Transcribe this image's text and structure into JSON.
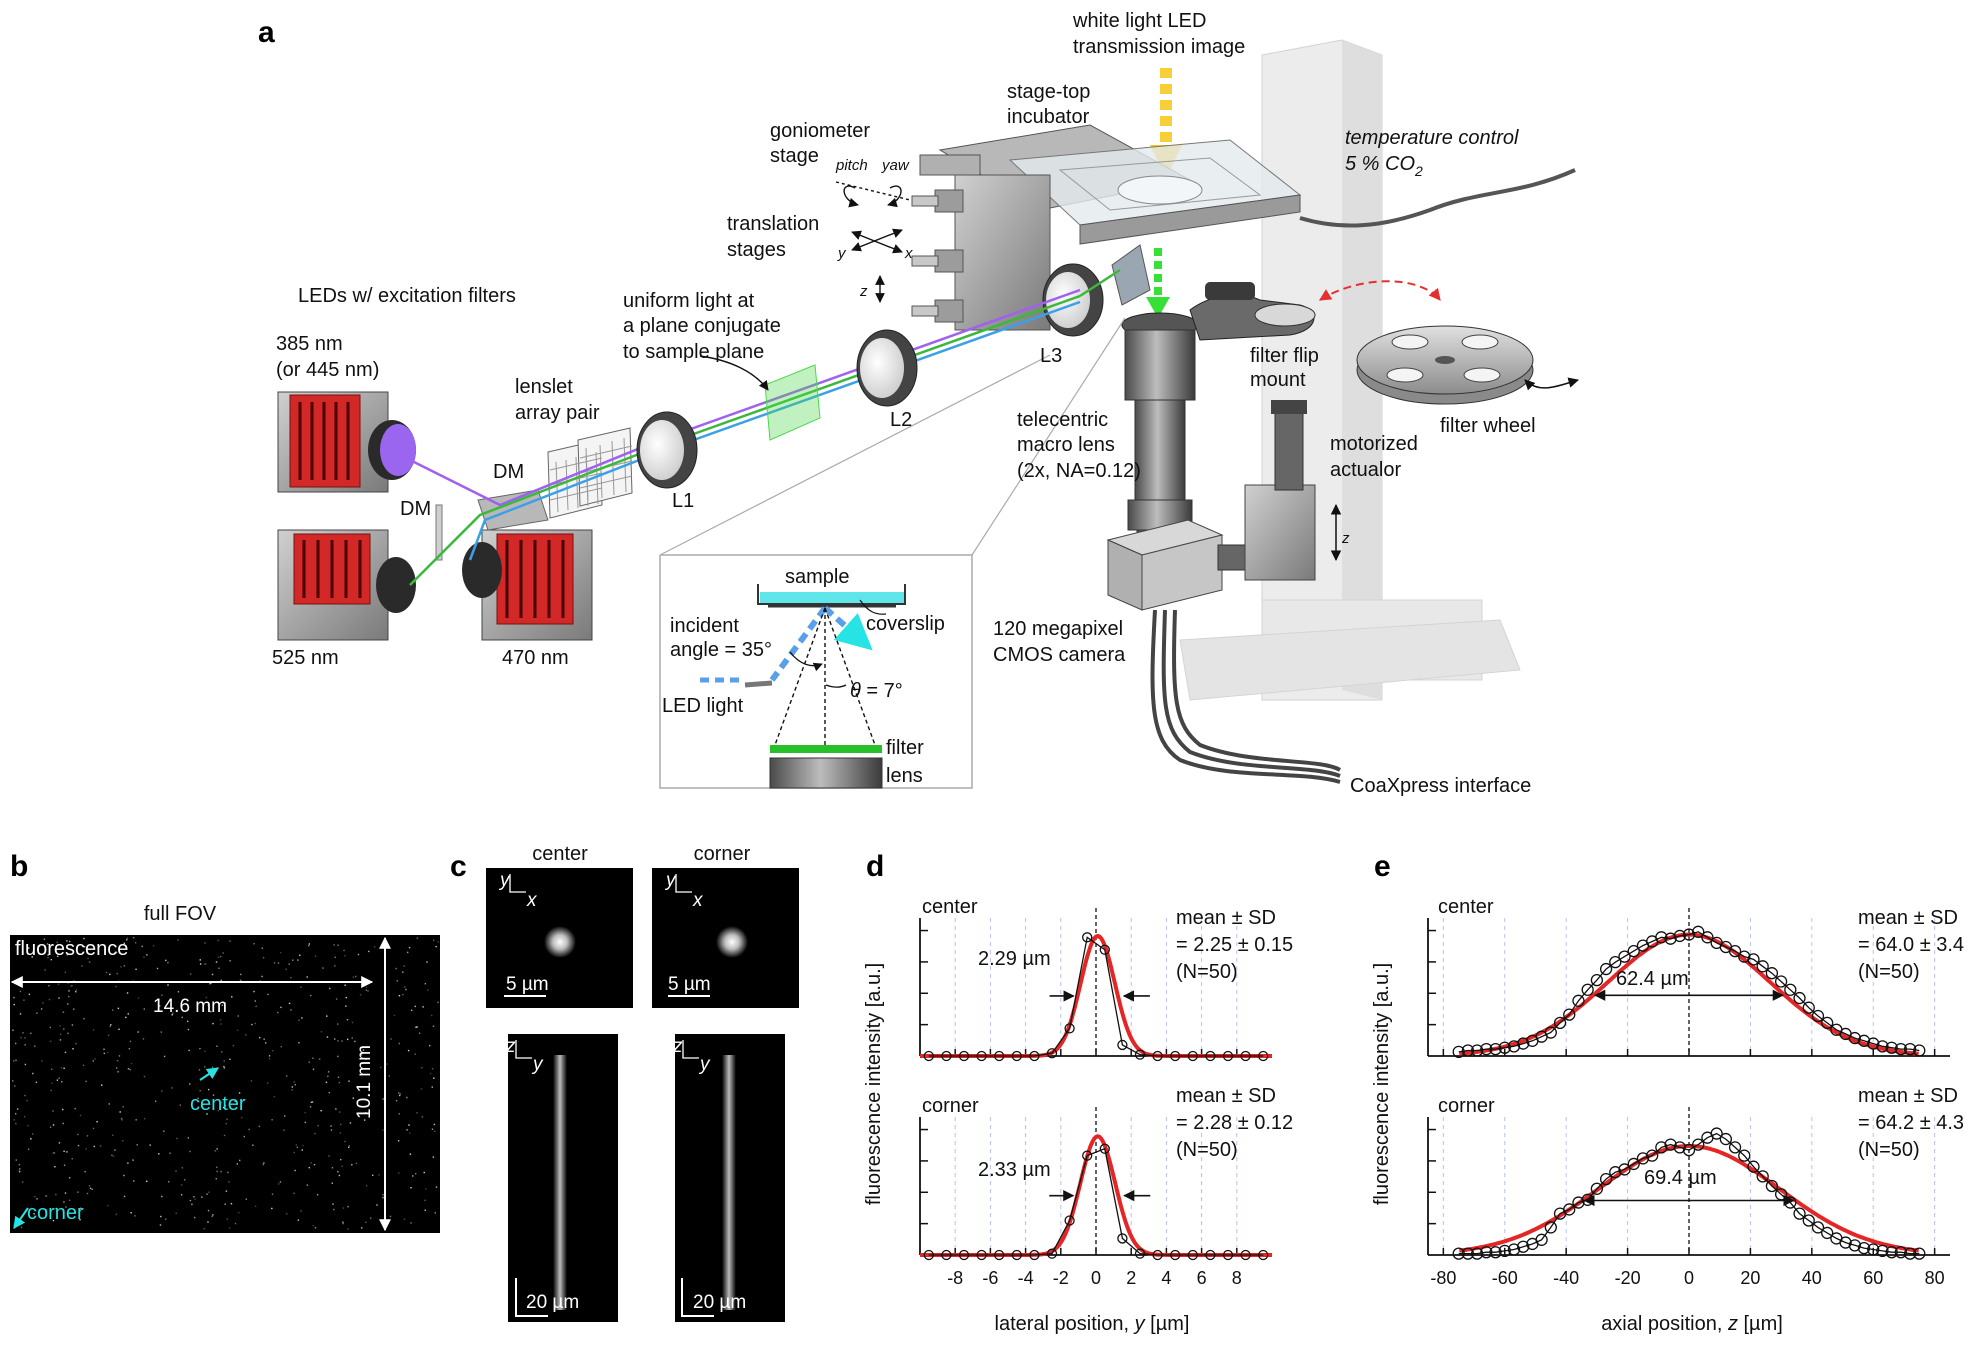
{
  "panels": {
    "a": "a",
    "b": "b",
    "c": "c",
    "d": "d",
    "e": "e"
  },
  "a": {
    "white_light_1": "white light LED",
    "white_light_2": "transmission image",
    "incubator_1": "stage-top",
    "incubator_2": "incubator",
    "goniometer_1": "goniometer",
    "goniometer_2": "stage",
    "pitch": "pitch",
    "yaw": "yaw",
    "translation_1": "translation",
    "translation_2": "stages",
    "ax_y": "y",
    "ax_x": "x",
    "ax_z": "z",
    "temp_1": "temperature control",
    "temp_2": "5 % CO",
    "temp_sub": "2",
    "leds_title": "LEDs w/ excitation filters",
    "led385_1": "385 nm",
    "led385_2": "(or 445 nm)",
    "led525": "525 nm",
    "led470": "470 nm",
    "dm1": "DM",
    "dm2": "DM",
    "lenslet_1": "lenslet",
    "lenslet_2": "array pair",
    "uniform_1": "uniform light at",
    "uniform_2": "a plane conjugate",
    "uniform_3": "to sample plane",
    "l1": "L1",
    "l2": "L2",
    "l3": "L3",
    "flip_1": "filter flip",
    "flip_2": "mount",
    "wheel": "filter wheel",
    "macro_1": "telecentric",
    "macro_2": "macro lens",
    "macro_3": "(2x, NA=0.12)",
    "actuator_1": "motorized",
    "actuator_2": "actualor",
    "actuator_z": "z",
    "camera_1": "120 megapixel",
    "camera_2": "CMOS camera",
    "coax": "CoaXpress interface",
    "inset": {
      "sample": "sample",
      "coverslip": "coverslip",
      "incident_1": "incident",
      "incident_2": "angle = 35°",
      "led_light": "LED light",
      "theta_sym": "θ",
      "theta_val": " = 7°",
      "filter": "filter",
      "lens": "lens"
    }
  },
  "b": {
    "title": "full FOV",
    "fluorescence": "fluorescence",
    "width": "14.6 mm",
    "height": "10.1 mm",
    "center": "center",
    "corner": "corner"
  },
  "c": {
    "center": "center",
    "corner": "corner",
    "ax_y": "y",
    "ax_x": "x",
    "ax_z": "z",
    "scale_xy": "5 µm",
    "scale_z": "20 µm"
  },
  "d": {
    "ylabel": "fluorescence intensity [a.u.]",
    "xlabel_pre": "lateral position, ",
    "xlabel_var": "y",
    "xlabel_post": " [µm]",
    "center_label": "center",
    "corner_label": "corner",
    "center_fwhm": "2.29 µm",
    "corner_fwhm": "2.33 µm",
    "center_stat_1": "mean ± SD",
    "center_stat_2": "= 2.25 ± 0.15",
    "center_stat_3": "(N=50)",
    "corner_stat_1": "mean ± SD",
    "corner_stat_2": "= 2.28 ± 0.12",
    "corner_stat_3": "(N=50)"
  },
  "e": {
    "ylabel": "fluorescence intensity [a.u.]",
    "xlabel_pre": "axial position, ",
    "xlabel_var": "z",
    "xlabel_post": " [µm]",
    "center_label": "center",
    "corner_label": "corner",
    "center_fwhm": "62.4 µm",
    "corner_fwhm": "69.4 µm",
    "center_stat_1": "mean ± SD",
    "center_stat_2": "= 64.0 ± 3.4",
    "center_stat_3": "(N=50)",
    "corner_stat_1": "mean ± SD",
    "corner_stat_2": "= 64.2 ± 4.3",
    "corner_stat_3": "(N=50)"
  },
  "chart_data": [
    {
      "type": "line",
      "panel": "d-center",
      "xlabel": "lateral position, y [µm]",
      "ylabel": "fluorescence intensity [a.u.]",
      "xlim": [
        -10,
        10
      ],
      "xticks": [
        -8,
        -6,
        -4,
        -2,
        0,
        2,
        4,
        6,
        8
      ],
      "ylim": [
        0,
        1
      ],
      "x": [
        -9.5,
        -8.5,
        -7.5,
        -6.5,
        -5.5,
        -4.5,
        -3.5,
        -2.5,
        -1.5,
        -0.5,
        0.5,
        1.5,
        2.5,
        3.5,
        4.5,
        5.5,
        6.5,
        7.5,
        8.5,
        9.5
      ],
      "values": [
        0,
        0,
        0,
        0,
        0,
        0,
        0,
        0.02,
        0.2,
        0.86,
        0.77,
        0.08,
        0.01,
        0,
        0,
        0,
        0,
        0,
        0,
        0
      ],
      "fit": {
        "center": 0.1,
        "fwhm": 2.29,
        "amplitude": 0.87
      }
    },
    {
      "type": "line",
      "panel": "d-corner",
      "xlabel": "lateral position, y [µm]",
      "ylabel": "fluorescence intensity [a.u.]",
      "xlim": [
        -10,
        10
      ],
      "xticks": [
        -8,
        -6,
        -4,
        -2,
        0,
        2,
        4,
        6,
        8
      ],
      "ylim": [
        0,
        1
      ],
      "x": [
        -9.5,
        -8.5,
        -7.5,
        -6.5,
        -5.5,
        -4.5,
        -3.5,
        -2.5,
        -1.5,
        -0.5,
        0.5,
        1.5,
        2.5,
        3.5,
        4.5,
        5.5,
        6.5,
        7.5,
        8.5,
        9.5
      ],
      "values": [
        0,
        0,
        0,
        0,
        0,
        0,
        0,
        0.01,
        0.25,
        0.72,
        0.77,
        0.12,
        0.01,
        0,
        0,
        0,
        0,
        0,
        0,
        0
      ],
      "fit": {
        "center": 0.1,
        "fwhm": 2.33,
        "amplitude": 0.86
      }
    },
    {
      "type": "line",
      "panel": "e-center",
      "xlabel": "axial position, z [µm]",
      "ylabel": "fluorescence intensity [a.u.]",
      "xlim": [
        -85,
        85
      ],
      "xticks": [
        -80,
        -60,
        -40,
        -20,
        0,
        20,
        40,
        60,
        80
      ],
      "ylim": [
        0,
        1
      ],
      "x": [
        -75,
        -72,
        -69,
        -66,
        -63,
        -60,
        -57,
        -54,
        -51,
        -48,
        -45,
        -42,
        -39,
        -36,
        -33,
        -30,
        -27,
        -24,
        -21,
        -18,
        -15,
        -12,
        -9,
        -6,
        -3,
        0,
        3,
        6,
        9,
        12,
        15,
        18,
        21,
        24,
        27,
        30,
        33,
        36,
        39,
        42,
        45,
        48,
        51,
        54,
        57,
        60,
        63,
        66,
        69,
        72,
        75
      ],
      "values": [
        0.03,
        0.04,
        0.04,
        0.05,
        0.05,
        0.06,
        0.07,
        0.09,
        0.11,
        0.14,
        0.17,
        0.24,
        0.3,
        0.4,
        0.48,
        0.55,
        0.63,
        0.68,
        0.72,
        0.76,
        0.8,
        0.83,
        0.86,
        0.85,
        0.87,
        0.88,
        0.9,
        0.86,
        0.82,
        0.79,
        0.76,
        0.72,
        0.7,
        0.65,
        0.6,
        0.54,
        0.48,
        0.42,
        0.35,
        0.29,
        0.24,
        0.19,
        0.16,
        0.13,
        0.11,
        0.09,
        0.07,
        0.06,
        0.05,
        0.05,
        0.04
      ],
      "fit": {
        "center": 0,
        "fwhm": 62.4,
        "amplitude": 0.88
      }
    },
    {
      "type": "line",
      "panel": "e-corner",
      "xlabel": "axial position, z [µm]",
      "ylabel": "fluorescence intensity [a.u.]",
      "xlim": [
        -85,
        85
      ],
      "xticks": [
        -80,
        -60,
        -40,
        -20,
        0,
        20,
        40,
        60,
        80
      ],
      "ylim": [
        0,
        1
      ],
      "x": [
        -75,
        -72,
        -69,
        -66,
        -63,
        -60,
        -57,
        -54,
        -51,
        -48,
        -45,
        -42,
        -39,
        -36,
        -33,
        -30,
        -27,
        -24,
        -21,
        -18,
        -15,
        -12,
        -9,
        -6,
        -3,
        0,
        3,
        6,
        9,
        12,
        15,
        18,
        21,
        24,
        27,
        30,
        33,
        36,
        39,
        42,
        45,
        48,
        51,
        54,
        57,
        60,
        63,
        66,
        69,
        72,
        75
      ],
      "values": [
        0.01,
        0.01,
        0.01,
        0.02,
        0.02,
        0.03,
        0.04,
        0.06,
        0.08,
        0.11,
        0.2,
        0.3,
        0.33,
        0.38,
        0.4,
        0.48,
        0.55,
        0.6,
        0.62,
        0.66,
        0.7,
        0.72,
        0.78,
        0.8,
        0.78,
        0.76,
        0.8,
        0.85,
        0.88,
        0.84,
        0.78,
        0.72,
        0.64,
        0.57,
        0.5,
        0.44,
        0.38,
        0.3,
        0.25,
        0.2,
        0.16,
        0.12,
        0.09,
        0.07,
        0.05,
        0.04,
        0.03,
        0.02,
        0.02,
        0.01,
        0.01
      ],
      "fit": {
        "center": 0,
        "fwhm": 69.4,
        "amplitude": 0.79
      }
    }
  ]
}
